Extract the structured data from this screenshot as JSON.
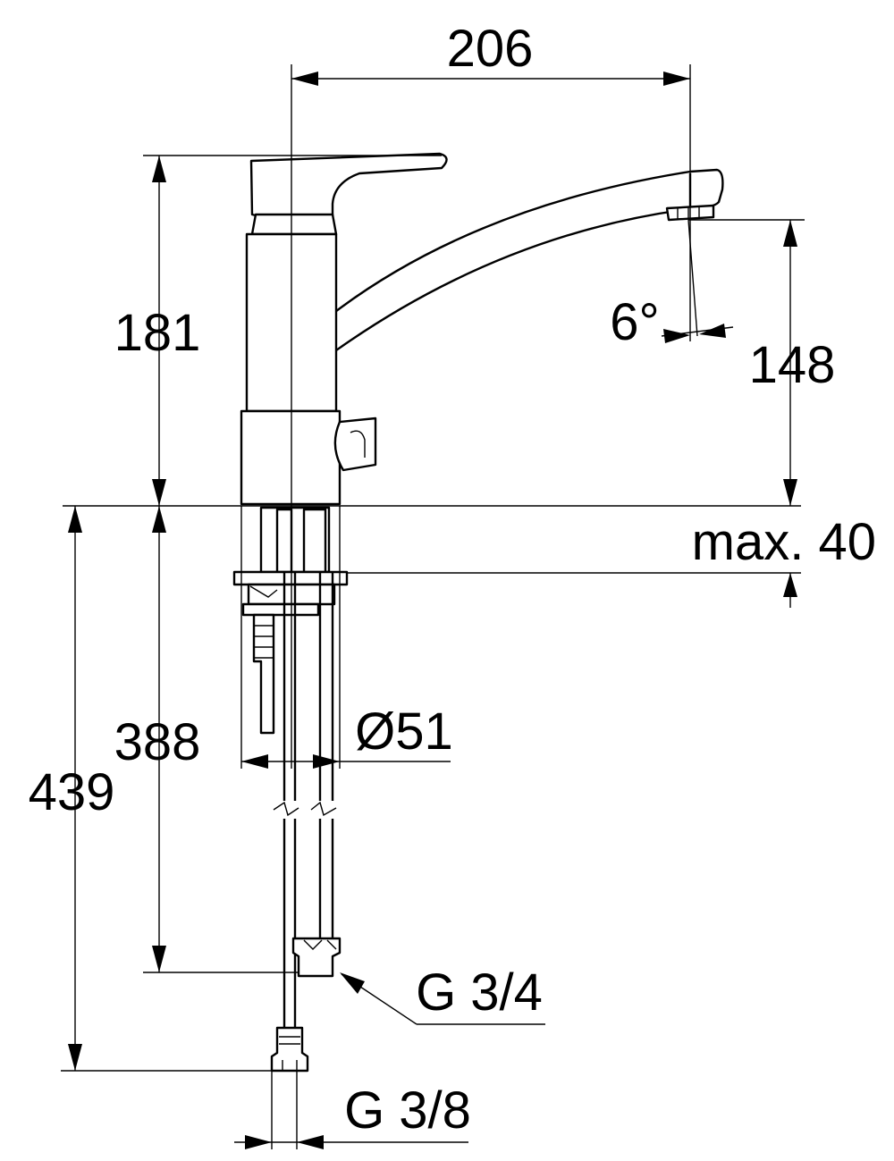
{
  "dimensions": {
    "spout_reach": "206",
    "body_height": "181",
    "spout_height": "148",
    "spout_angle": "6°",
    "counter_thickness": "max. 40",
    "shank_length": "388",
    "total_length": "439",
    "diameter": "Ø51",
    "thread_upper": "G 3/4",
    "thread_lower": "G 3/8"
  },
  "colors": {
    "line": "#000000",
    "background": "#ffffff"
  }
}
